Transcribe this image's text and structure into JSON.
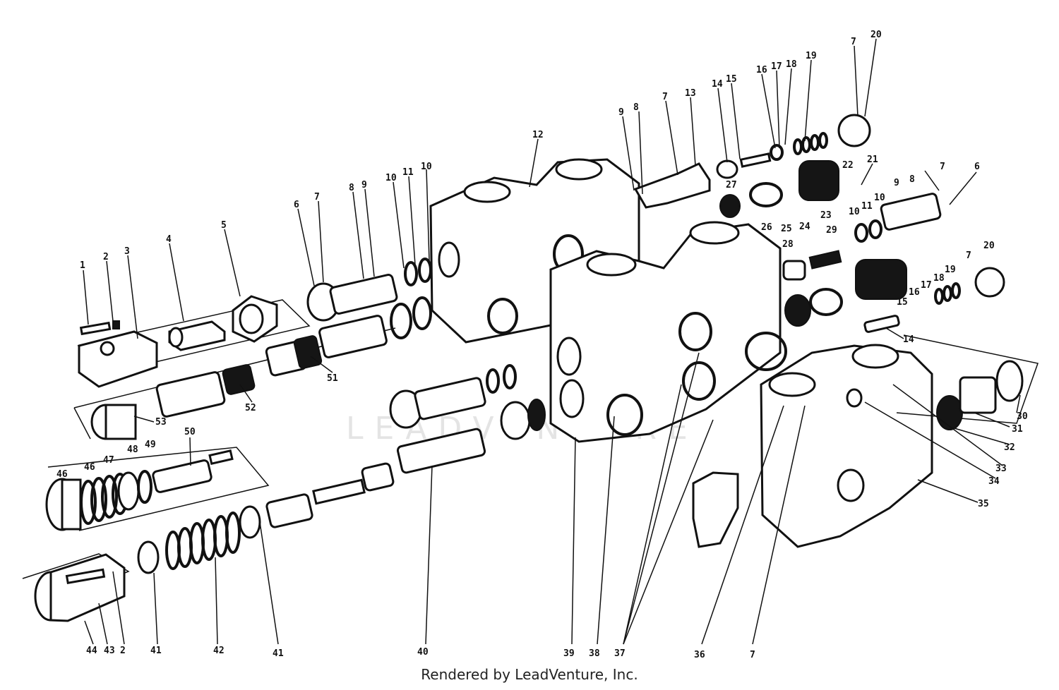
{
  "diagram": {
    "watermark": "LEADVENTURE",
    "footer": "Rendered by LeadVenture, Inc.",
    "callouts": [
      {
        "id": "c1",
        "text": "1"
      },
      {
        "id": "c2a",
        "text": "2"
      },
      {
        "id": "c3",
        "text": "3"
      },
      {
        "id": "c4",
        "text": "4"
      },
      {
        "id": "c5",
        "text": "5"
      },
      {
        "id": "c6a",
        "text": "6"
      },
      {
        "id": "c7a",
        "text": "7"
      },
      {
        "id": "c8a",
        "text": "8"
      },
      {
        "id": "c9a",
        "text": "9"
      },
      {
        "id": "c10a",
        "text": "10"
      },
      {
        "id": "c11a",
        "text": "11"
      },
      {
        "id": "c10b",
        "text": "10"
      },
      {
        "id": "c12",
        "text": "12"
      },
      {
        "id": "c9b",
        "text": "9"
      },
      {
        "id": "c8b",
        "text": "8"
      },
      {
        "id": "c7b",
        "text": "7"
      },
      {
        "id": "c13",
        "text": "13"
      },
      {
        "id": "c14a",
        "text": "14"
      },
      {
        "id": "c15a",
        "text": "15"
      },
      {
        "id": "c16a",
        "text": "16"
      },
      {
        "id": "c17a",
        "text": "17"
      },
      {
        "id": "c18a",
        "text": "18"
      },
      {
        "id": "c19a",
        "text": "19"
      },
      {
        "id": "c7c",
        "text": "7"
      },
      {
        "id": "c20a",
        "text": "20"
      },
      {
        "id": "c21",
        "text": "21"
      },
      {
        "id": "c22",
        "text": "22"
      },
      {
        "id": "c27",
        "text": "27"
      },
      {
        "id": "c26",
        "text": "26"
      },
      {
        "id": "c25",
        "text": "25"
      },
      {
        "id": "c24",
        "text": "24"
      },
      {
        "id": "c23",
        "text": "23"
      },
      {
        "id": "c7d",
        "text": "7"
      },
      {
        "id": "c6b",
        "text": "6"
      },
      {
        "id": "c9c",
        "text": "9"
      },
      {
        "id": "c8c",
        "text": "8"
      },
      {
        "id": "c10c",
        "text": "10"
      },
      {
        "id": "c11b",
        "text": "11"
      },
      {
        "id": "c10d",
        "text": "10"
      },
      {
        "id": "c29",
        "text": "29"
      },
      {
        "id": "c28",
        "text": "28"
      },
      {
        "id": "c20b",
        "text": "20"
      },
      {
        "id": "c7e",
        "text": "7"
      },
      {
        "id": "c19b",
        "text": "19"
      },
      {
        "id": "c18b",
        "text": "18"
      },
      {
        "id": "c17b",
        "text": "17"
      },
      {
        "id": "c16b",
        "text": "16"
      },
      {
        "id": "c15b",
        "text": "15"
      },
      {
        "id": "c14b",
        "text": "14"
      },
      {
        "id": "c51",
        "text": "51"
      },
      {
        "id": "c52",
        "text": "52"
      },
      {
        "id": "c53",
        "text": "53"
      },
      {
        "id": "c50",
        "text": "50"
      },
      {
        "id": "c49",
        "text": "49"
      },
      {
        "id": "c48",
        "text": "48"
      },
      {
        "id": "c47",
        "text": "47"
      },
      {
        "id": "c46a",
        "text": "46"
      },
      {
        "id": "c46b",
        "text": "46"
      },
      {
        "id": "c30",
        "text": "30"
      },
      {
        "id": "c31",
        "text": "31"
      },
      {
        "id": "c32",
        "text": "32"
      },
      {
        "id": "c33",
        "text": "33"
      },
      {
        "id": "c34",
        "text": "34"
      },
      {
        "id": "c35",
        "text": "35"
      },
      {
        "id": "c44",
        "text": "44"
      },
      {
        "id": "c43",
        "text": "43"
      },
      {
        "id": "c2b",
        "text": "2"
      },
      {
        "id": "c41a",
        "text": "41"
      },
      {
        "id": "c42",
        "text": "42"
      },
      {
        "id": "c41b",
        "text": "41"
      },
      {
        "id": "c40",
        "text": "40"
      },
      {
        "id": "c39",
        "text": "39"
      },
      {
        "id": "c38",
        "text": "38"
      },
      {
        "id": "c37",
        "text": "37"
      },
      {
        "id": "c36",
        "text": "36"
      },
      {
        "id": "c7f",
        "text": "7"
      }
    ]
  }
}
